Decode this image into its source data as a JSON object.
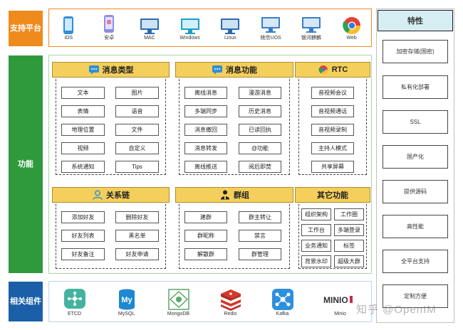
{
  "bands": {
    "platform": "支持平台",
    "function": "功能",
    "components": "相关组件"
  },
  "platforms": [
    "iOS",
    "安卓",
    "MAC",
    "Windows",
    "Linux",
    "统信UOS",
    "银河麒麟",
    "Web"
  ],
  "sections": {
    "msg_type": {
      "title": "消息类型",
      "items": [
        "文本",
        "图片",
        "表情",
        "语音",
        "地理位置",
        "文件",
        "视频",
        "自定义",
        "系统通知",
        "Tips"
      ]
    },
    "msg_func": {
      "title": "消息功能",
      "items": [
        "离线消息",
        "漫游消息",
        "多端同步",
        "历史消息",
        "消息撤回",
        "已读回执",
        "消息转发",
        "@功能",
        "离线推送",
        "阅后即焚"
      ]
    },
    "rtc": {
      "title": "RTC",
      "items": [
        "音视频会议",
        "音视频通话",
        "音视频录制",
        "主持人模式",
        "共享屏幕"
      ]
    },
    "relation": {
      "title": "关系链",
      "items": [
        "添加好友",
        "删除好友",
        "好友列表",
        "黑名单",
        "好友备注",
        "好友申请"
      ]
    },
    "group": {
      "title": "群组",
      "items": [
        "建群",
        "群主转让",
        "群昵称",
        "禁言",
        "解散群",
        "群管理"
      ]
    },
    "other": {
      "title": "其它功能",
      "items": [
        "组织架构",
        "工作圈",
        "工作台",
        "多端登录",
        "业务通知",
        "标签",
        "背景水印",
        "超级大群"
      ]
    }
  },
  "components": [
    "ETCD",
    "MySQL",
    "MongoDB",
    "Redis",
    "Kafka",
    "Minio"
  ],
  "features": {
    "title": "特性",
    "items": [
      "加密存储(国密)",
      "私有化部署",
      "SSL",
      "国产化",
      "提供源码",
      "高性能",
      "全平台支持",
      "定制方便"
    ]
  },
  "logo_text": {
    "mysql": "My",
    "minio": "MINIO"
  },
  "watermark": "知乎 @OpenIM",
  "colors": {
    "platform": "#ef8a1d",
    "function": "#2f9a3c",
    "components": "#1b5fa8",
    "header": "#f4cf5c",
    "feature_head": "#d6eef3"
  }
}
